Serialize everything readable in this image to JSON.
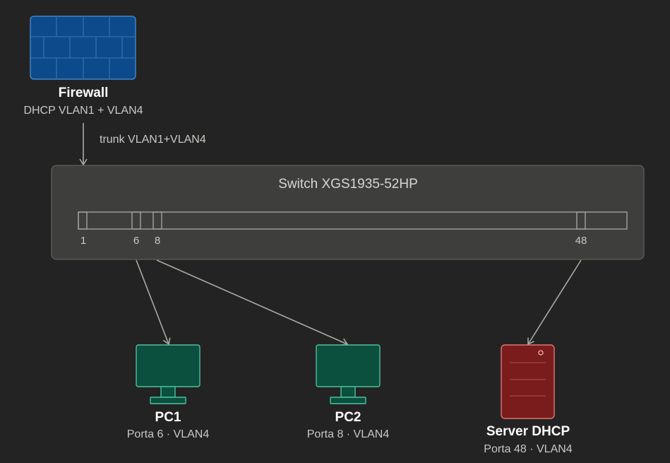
{
  "firewall": {
    "title": "Firewall",
    "subtitle": "DHCP VLAN1 + VLAN4",
    "icon": "firewall-brick-icon",
    "color": "#0d4a8b"
  },
  "trunk_link": {
    "label": "trunk VLAN1+VLAN4"
  },
  "switch": {
    "title": "Switch XGS1935-52HP",
    "ports": [
      {
        "label": "1"
      },
      {
        "label": "6"
      },
      {
        "label": "8"
      },
      {
        "label": "48"
      }
    ]
  },
  "devices": [
    {
      "id": "pc1",
      "title": "PC1",
      "subtitle": "Porta 6 · VLAN4",
      "icon": "monitor-icon",
      "color": "#0b4f3e"
    },
    {
      "id": "pc2",
      "title": "PC2",
      "subtitle": "Porta 8 · VLAN4",
      "icon": "monitor-icon",
      "color": "#0b4f3e"
    },
    {
      "id": "server",
      "title": "Server DHCP",
      "subtitle": "Porta 48 · VLAN4",
      "icon": "server-tower-icon",
      "color": "#7a1c1c"
    }
  ]
}
